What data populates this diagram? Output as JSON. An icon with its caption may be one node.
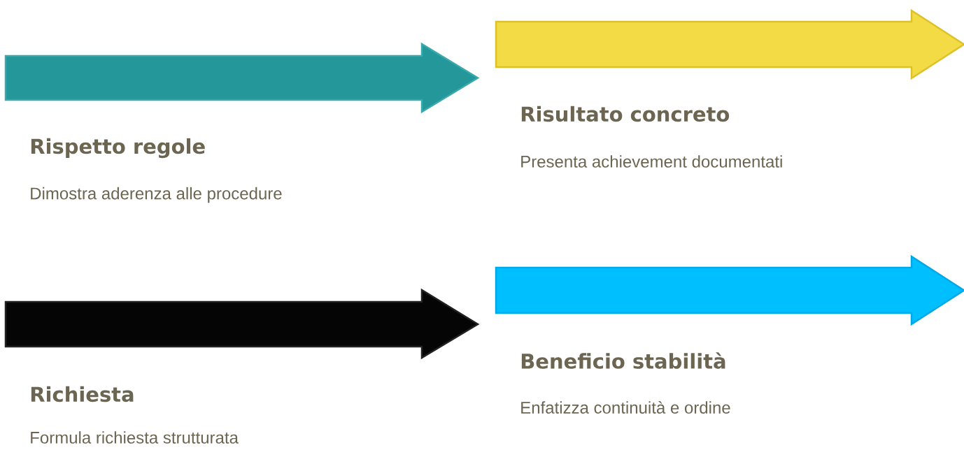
{
  "diagram": {
    "nodes": [
      {
        "text": [
          "Rispetto regole",
          "Dimostra aderenza alle procedure"
        ]
      },
      {
        "text": [
          "Risultato concreto",
          "Presenta achievement documentati"
        ]
      },
      {
        "text": [
          "Richiesta",
          "Formula richiesta strutturata"
        ]
      },
      {
        "text": [
          "Beneficio stabilità",
          "Enfatizza continuità e ordine"
        ]
      }
    ]
  }
}
